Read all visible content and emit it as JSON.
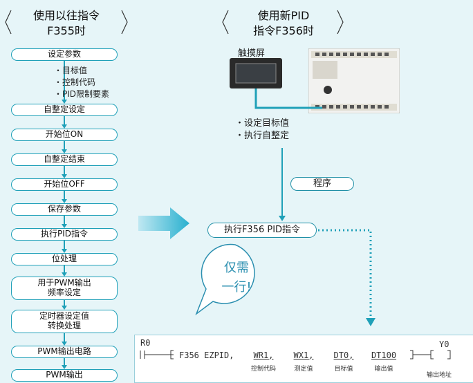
{
  "left": {
    "title": "使用以往指令\nF355时",
    "steps": [
      "设定参数",
      "自整定设定",
      "开始位ON",
      "自整定结束",
      "开始位OFF",
      "保存参数",
      "执行PID指令",
      "位处理",
      "用于PWM输出\n频率设定",
      "定时器设定值\n转换处理",
      "PWM输出电路",
      "PWM输出"
    ],
    "param_bullets": [
      "目标值",
      "控制代码",
      "PID限制要素"
    ]
  },
  "right": {
    "title": "使用新PID\n指令F356时",
    "touch_panel_label": "触摸屏",
    "hmi_bullets": [
      "设定目标值",
      "执行自整定"
    ],
    "program_label": "程序",
    "exec_label": "执行F356 PID指令",
    "callout": [
      "仅需",
      "一行!"
    ]
  },
  "ladder": {
    "contact": "R0",
    "instruction": "F356 EZPID,",
    "operands": [
      {
        "value": "WR1,",
        "caption": "控制代码"
      },
      {
        "value": "WX1,",
        "caption": "测定值"
      },
      {
        "value": "DT0,",
        "caption": "目标值"
      },
      {
        "value": "DT100",
        "caption": "输出值"
      }
    ],
    "coil": "Y0",
    "coil_caption": "输出地址"
  },
  "colors": {
    "accent": "#1fa0b8",
    "background": "#e6f5f8",
    "callout": "#2b8fb0"
  }
}
